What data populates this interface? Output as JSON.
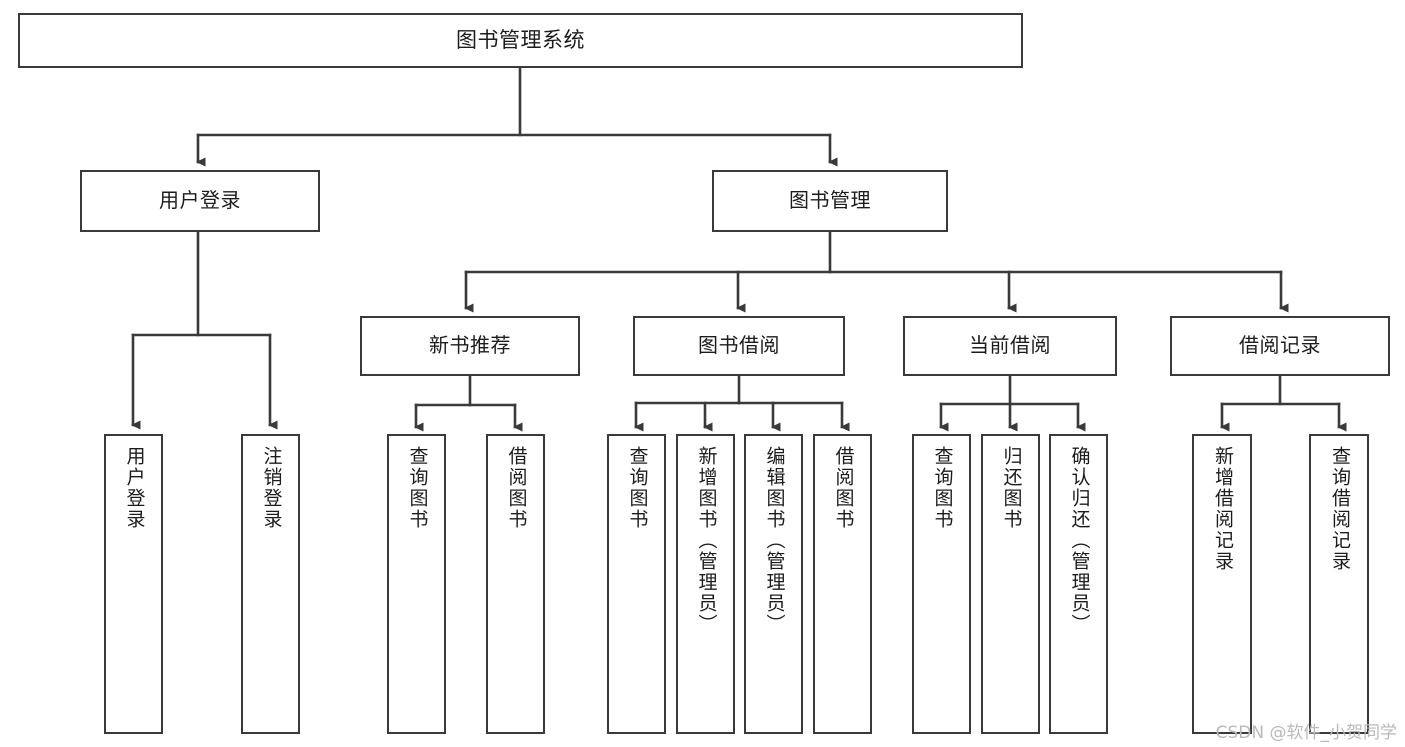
{
  "diagram": {
    "type": "tree-hierarchy",
    "title": "图书管理系统",
    "background_color": "#ffffff",
    "line_color": "#3a3a3a",
    "text_color": "#1c1c1c"
  },
  "root": {
    "label": "图书管理系统"
  },
  "level1": [
    {
      "label": "用户登录"
    },
    {
      "label": "图书管理"
    }
  ],
  "level2": [
    {
      "label": "新书推荐"
    },
    {
      "label": "图书借阅"
    },
    {
      "label": "当前借阅"
    },
    {
      "label": "借阅记录"
    }
  ],
  "leaves": {
    "user_login": [
      {
        "label": "用户登录"
      },
      {
        "label": "注销登录"
      }
    ],
    "new_book_recommend": [
      {
        "label": "查询图书"
      },
      {
        "label": "借阅图书"
      }
    ],
    "book_borrow": [
      {
        "label": "查询图书"
      },
      {
        "label": "新增图书（管理员）"
      },
      {
        "label": "编辑图书（管理员）"
      },
      {
        "label": "借阅图书"
      }
    ],
    "current_borrow": [
      {
        "label": "查询图书"
      },
      {
        "label": "归还图书"
      },
      {
        "label": "确认归还（管理员）"
      }
    ],
    "borrow_record": [
      {
        "label": "新增借阅记录"
      },
      {
        "label": "查询借阅记录"
      }
    ]
  },
  "watermark": {
    "text": "CSDN @软件_小贺同学"
  }
}
